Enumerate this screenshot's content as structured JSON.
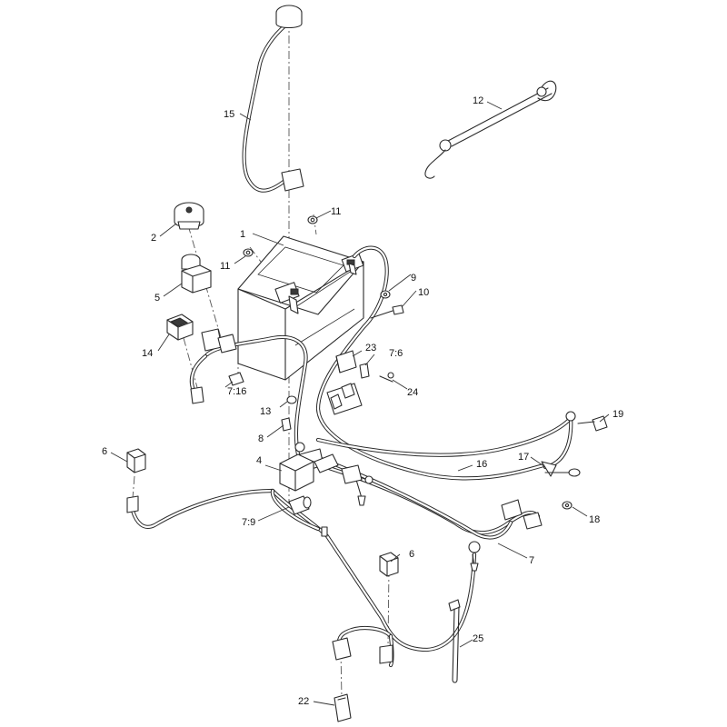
{
  "callouts": [
    {
      "id": "c1",
      "text": "1"
    },
    {
      "id": "c2",
      "text": "2"
    },
    {
      "id": "c4",
      "text": "4"
    },
    {
      "id": "c5",
      "text": "5"
    },
    {
      "id": "c6a",
      "text": "6"
    },
    {
      "id": "c6b",
      "text": "6"
    },
    {
      "id": "c7",
      "text": "7"
    },
    {
      "id": "c76",
      "text": "7:6"
    },
    {
      "id": "c79",
      "text": "7:9"
    },
    {
      "id": "c716",
      "text": "7:16"
    },
    {
      "id": "c8",
      "text": "8"
    },
    {
      "id": "c9",
      "text": "9"
    },
    {
      "id": "c10",
      "text": "10"
    },
    {
      "id": "c11a",
      "text": "11"
    },
    {
      "id": "c11b",
      "text": "11"
    },
    {
      "id": "c12",
      "text": "12"
    },
    {
      "id": "c13",
      "text": "13"
    },
    {
      "id": "c14",
      "text": "14"
    },
    {
      "id": "c15",
      "text": "15"
    },
    {
      "id": "c16",
      "text": "16"
    },
    {
      "id": "c17",
      "text": "17"
    },
    {
      "id": "c18",
      "text": "18"
    },
    {
      "id": "c19",
      "text": "19"
    },
    {
      "id": "c22",
      "text": "22"
    },
    {
      "id": "c23",
      "text": "23"
    },
    {
      "id": "c24",
      "text": "24"
    },
    {
      "id": "c25",
      "text": "25"
    }
  ]
}
